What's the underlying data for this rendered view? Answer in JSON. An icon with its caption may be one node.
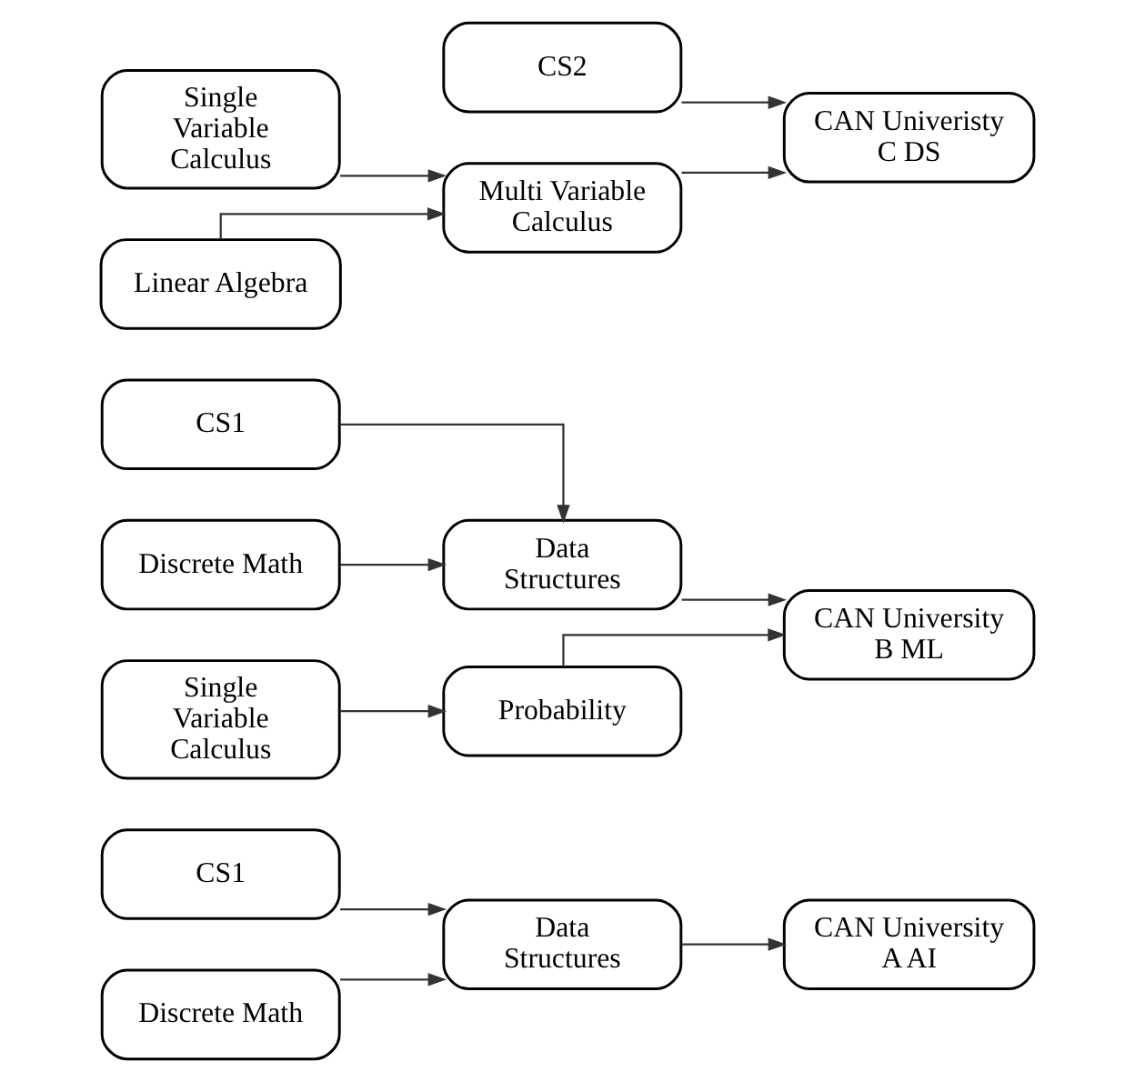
{
  "diagram": {
    "nodes": [
      {
        "text": [
          "CS1"
        ]
      },
      {
        "text": [
          "Discrete Math"
        ]
      },
      {
        "text": [
          "Data Structures"
        ]
      },
      {
        "text": [
          "CAN University A AI"
        ]
      },
      {
        "text": [
          "CS1"
        ]
      },
      {
        "text": [
          "Discrete Math"
        ]
      },
      {
        "text": [
          "Data Structures"
        ]
      },
      {
        "text": [
          "Single Variable Calculus"
        ]
      },
      {
        "text": [
          "Probability"
        ]
      },
      {
        "text": [
          "CAN University B ML"
        ]
      },
      {
        "text": [
          "CS2"
        ]
      },
      {
        "text": [
          "Single Variable Calculus"
        ]
      },
      {
        "text": [
          "Linear Algebra"
        ]
      },
      {
        "text": [
          "Multi Variable Calculus"
        ]
      },
      {
        "text": [
          "CAN Univeristy C DS"
        ]
      }
    ],
    "edges": [
      {
        "from": 0,
        "to": 2,
        "arrow": "to"
      },
      {
        "from": 1,
        "to": 2,
        "arrow": "to"
      },
      {
        "from": 2,
        "to": 3,
        "arrow": "to"
      },
      {
        "from": 4,
        "to": 6,
        "arrow": "to"
      },
      {
        "from": 5,
        "to": 6,
        "arrow": "to"
      },
      {
        "from": 6,
        "to": 9,
        "arrow": "to"
      },
      {
        "from": 7,
        "to": 8,
        "arrow": "to"
      },
      {
        "from": 8,
        "to": 9,
        "arrow": "to"
      },
      {
        "from": 11,
        "to": 13,
        "arrow": "to"
      },
      {
        "from": 12,
        "to": 13,
        "arrow": "to"
      },
      {
        "from": 10,
        "to": 14,
        "arrow": "to"
      },
      {
        "from": 13,
        "to": 14,
        "arrow": "to"
      }
    ]
  }
}
